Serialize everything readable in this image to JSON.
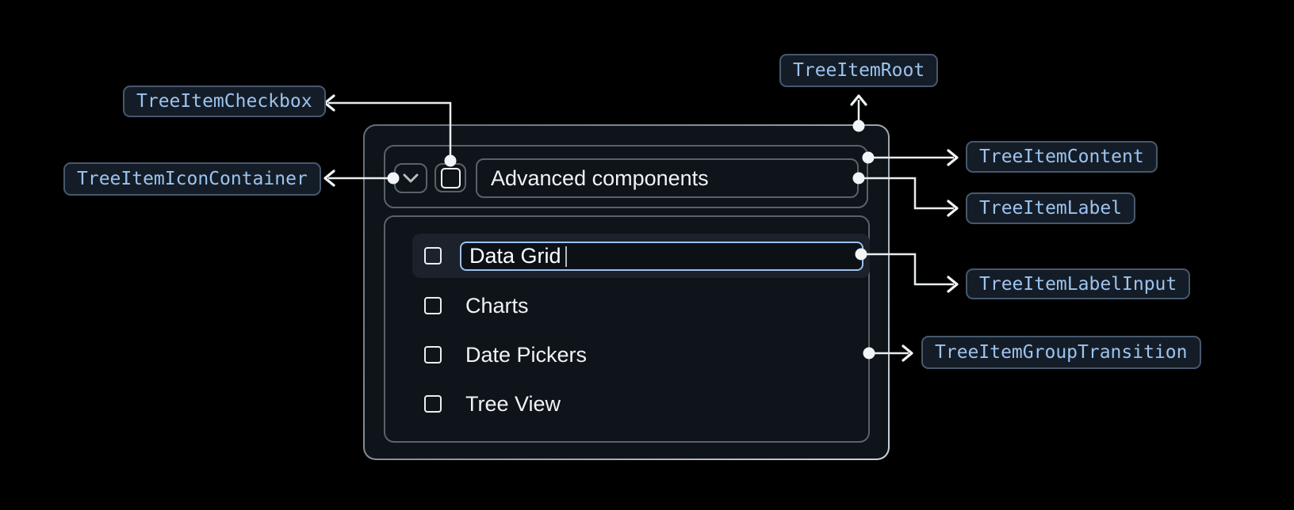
{
  "annotations": {
    "root": "TreeItemRoot",
    "checkbox": "TreeItemCheckbox",
    "icon_container": "TreeItemIconContainer",
    "content": "TreeItemContent",
    "label": "TreeItemLabel",
    "label_input": "TreeItemLabelInput",
    "group_transition": "TreeItemGroupTransition"
  },
  "tree": {
    "parent_item": {
      "label": "Advanced components",
      "expanded": true,
      "checkbox_checked": false
    },
    "children": [
      {
        "label": "Data Grid",
        "state": "editing",
        "checkbox_checked": false
      },
      {
        "label": "Charts",
        "state": "normal",
        "checkbox_checked": false
      },
      {
        "label": "Date Pickers",
        "state": "normal",
        "checkbox_checked": false
      },
      {
        "label": "Tree View",
        "state": "normal",
        "checkbox_checked": false
      }
    ]
  },
  "colors": {
    "page_background": "#000000",
    "card_background": "#0e1419",
    "muted_border": "#59626b",
    "row_highlight_background": "#1b222b",
    "input_accent_border": "#9cc1ee",
    "annotation_text": "#9dc3ef",
    "annotation_background": "#141d27",
    "annotation_border": "#47586c",
    "connector": "#f2f5f7"
  }
}
